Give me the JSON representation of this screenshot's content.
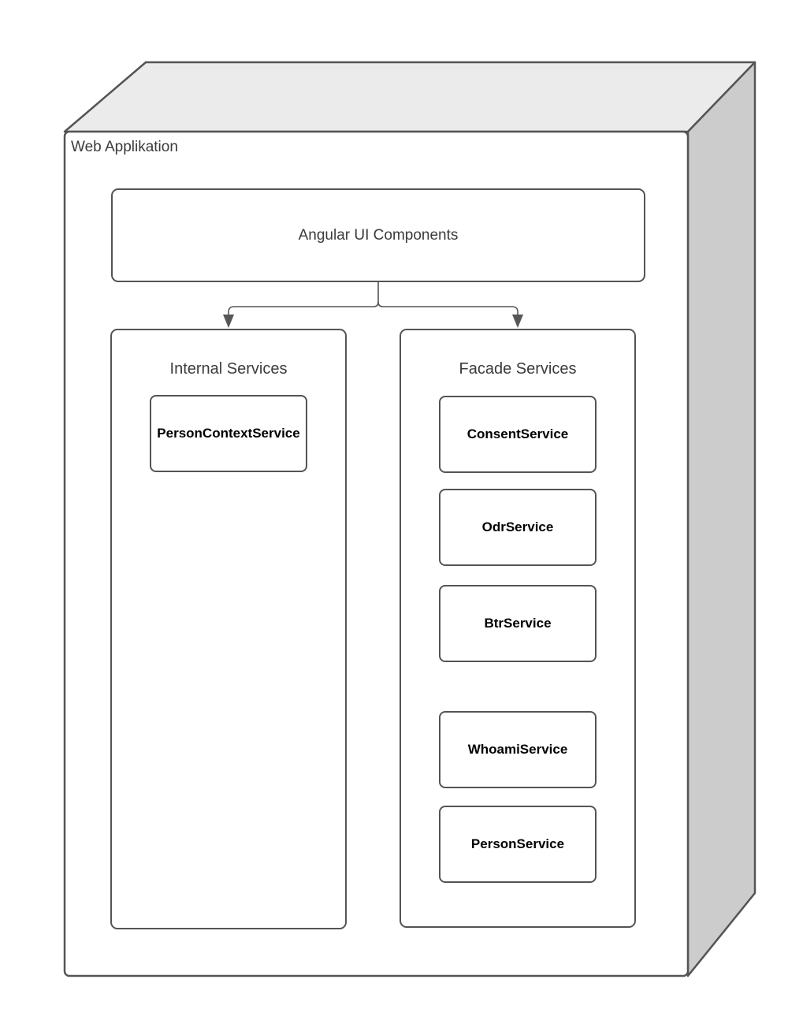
{
  "colors": {
    "stroke": "#545454",
    "arrow": "#575757",
    "top_face": "#ebebeb",
    "side_face": "#cccccc",
    "front_face": "#ffffff",
    "label_text": "#3b3b3b",
    "service_text": "#000000"
  },
  "diagram": {
    "title": "Web Applikation",
    "ui_components": {
      "label": "Angular UI Components"
    },
    "connections": [
      {
        "from": "Angular UI Components",
        "to": "Internal Services"
      },
      {
        "from": "Angular UI Components",
        "to": "Facade Services"
      }
    ],
    "groups": [
      {
        "title": "Internal Services",
        "services": [
          "PersonContextService"
        ]
      },
      {
        "title": "Facade Services",
        "services": [
          "ConsentService",
          "OdrService",
          "BtrService",
          "WhoamiService",
          "PersonService"
        ]
      }
    ]
  }
}
